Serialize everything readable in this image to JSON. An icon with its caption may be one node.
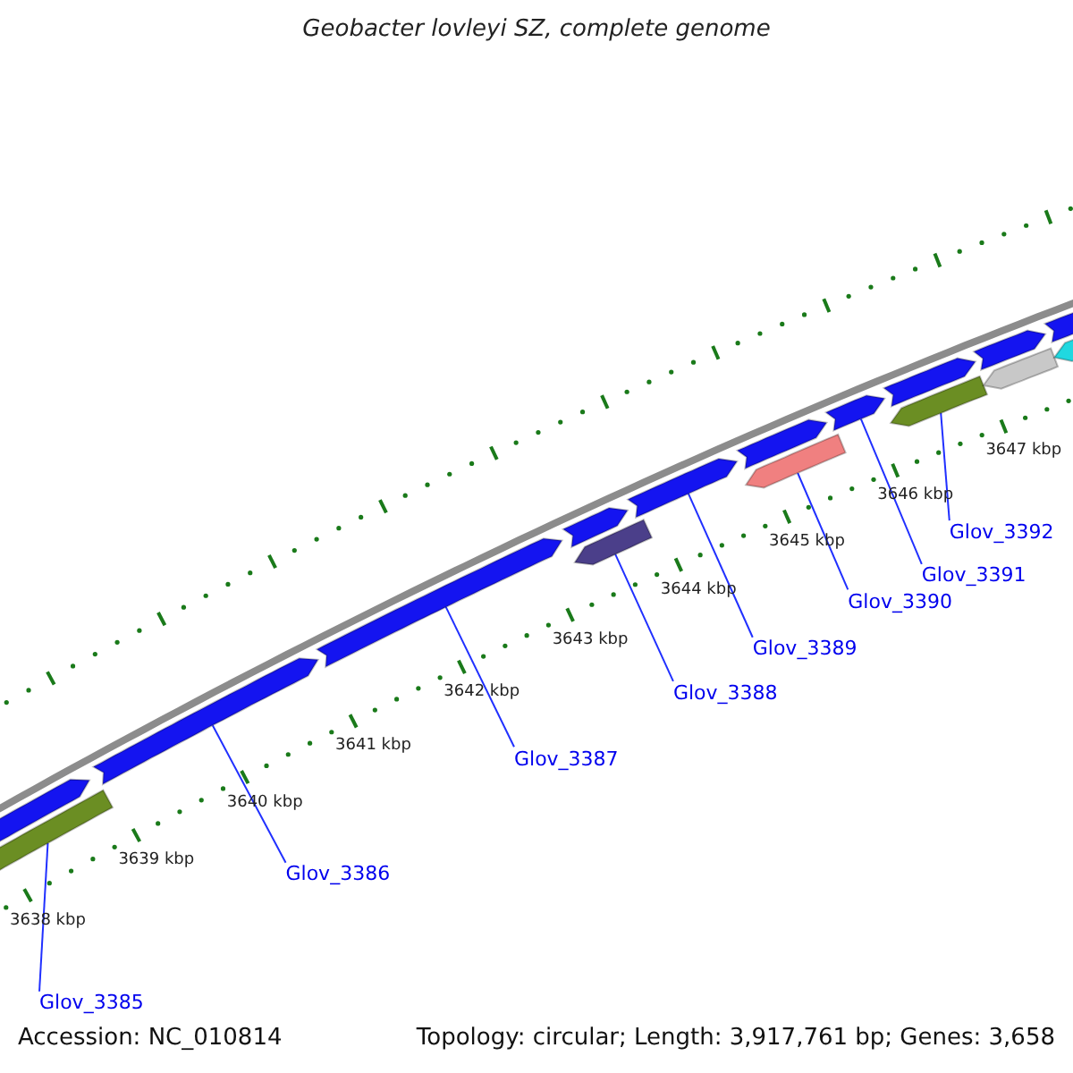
{
  "diagram": {
    "title": "Geobacter lovleyi SZ, complete genome",
    "nodes": [
      {
        "text": [
          "Glov_3385"
        ]
      },
      {
        "text": [
          "Glov_3386"
        ]
      },
      {
        "text": [
          "Glov_3387"
        ]
      },
      {
        "text": [
          "Glov_3388"
        ]
      },
      {
        "text": [
          "Glov_3389"
        ]
      },
      {
        "text": [
          "Glov_3390"
        ]
      },
      {
        "text": [
          "Glov_3391"
        ]
      },
      {
        "text": [
          "Glov_3392"
        ]
      },
      {
        "text": [],
        "shape": "bar"
      },
      {
        "text": [],
        "shape": "bar"
      },
      {
        "text": [],
        "shape": "bar"
      },
      {
        "text": [],
        "shape": "bar"
      },
      {
        "text": [],
        "shape": "bar"
      },
      {
        "text": [],
        "shape": "bar"
      },
      {
        "text": [],
        "shape": "bar"
      },
      {
        "text": [],
        "shape": "bar"
      }
    ],
    "edges": [
      {
        "from": 0,
        "to": 8,
        "arrow": "none"
      },
      {
        "from": 1,
        "to": 9,
        "arrow": "none"
      },
      {
        "from": 2,
        "to": 10,
        "arrow": "none"
      },
      {
        "from": 3,
        "to": 11,
        "arrow": "none"
      },
      {
        "from": 4,
        "to": 12,
        "arrow": "none"
      },
      {
        "from": 5,
        "to": 13,
        "arrow": "none"
      },
      {
        "from": 6,
        "to": 14,
        "arrow": "none"
      },
      {
        "from": 7,
        "to": 15,
        "arrow": "none"
      }
    ],
    "labels": [
      "3638 kbp",
      "3639 kbp",
      "3640 kbp",
      "3641 kbp",
      "3642 kbp",
      "3643 kbp",
      "3644 kbp",
      "3645 kbp",
      "3646 kbp",
      "3647 kbp",
      "Accession: NC_010814",
      "Topology: circular; Length: 3,917,761 bp; Genes: 3,658"
    ]
  }
}
